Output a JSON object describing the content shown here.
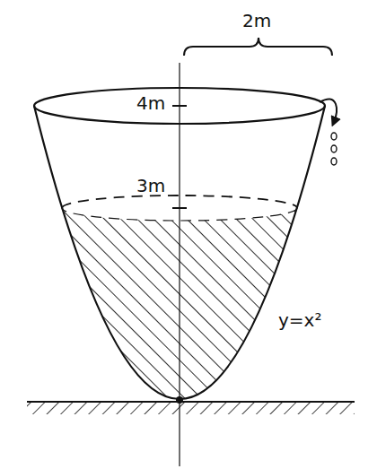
{
  "diagram": {
    "labels": [
      "2m",
      "4m",
      "3m",
      "y=x²"
    ]
  }
}
